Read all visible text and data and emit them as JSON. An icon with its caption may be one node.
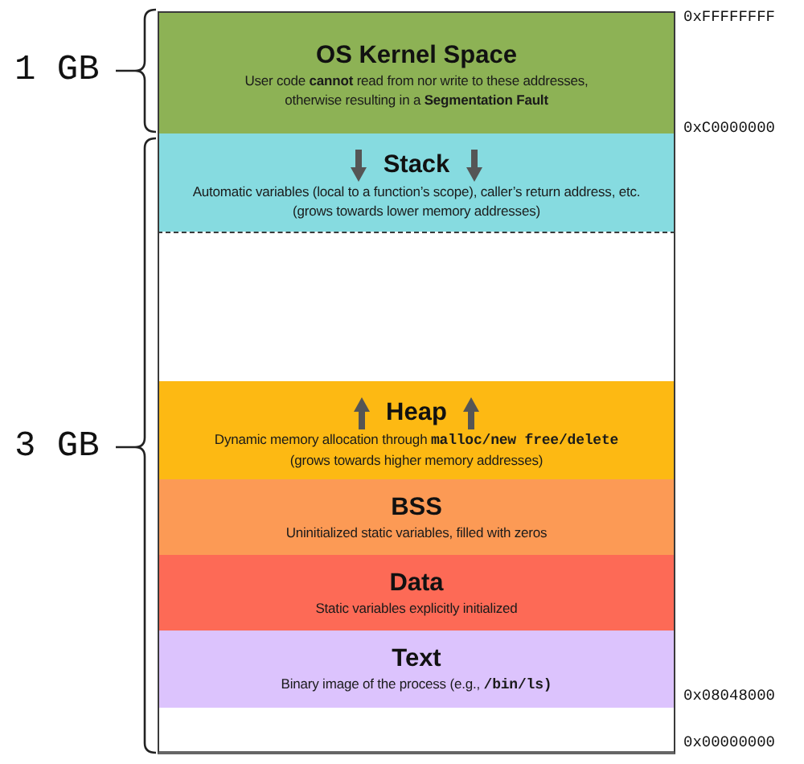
{
  "diagram": {
    "nodes": [
      {
        "text": [
          "OS Kernel Space",
          "User code **cannot** read from nor write to these addresses, otherwise resulting in a **Segmentation Fault**"
        ]
      },
      {
        "text": [
          "Stack",
          "Automatic variables (local to a function’s scope), caller’s return address, etc.",
          "(grows towards lower memory addresses)"
        ]
      },
      {
        "text": [],
        "shape": "box"
      },
      {
        "text": [
          "Heap",
          "Dynamic memory allocation through",
          "malloc/new free/delete",
          "(grows towards higher memory addresses)"
        ]
      },
      {
        "text": [
          "BSS",
          "Uninitialized static variables, filled with zeros"
        ]
      },
      {
        "text": [
          "Data",
          "Static variables explicitly initialized"
        ]
      },
      {
        "text": [
          "Text",
          "Binary image of the process (e.g.,",
          "/bin/ls)"
        ]
      },
      {
        "text": [],
        "shape": "box"
      }
    ],
    "labels": [
      "0xFFFFFFFF",
      "1 GB",
      "0xC0000000",
      "3 GB",
      "0x08048000",
      "0x00000000"
    ]
  }
}
